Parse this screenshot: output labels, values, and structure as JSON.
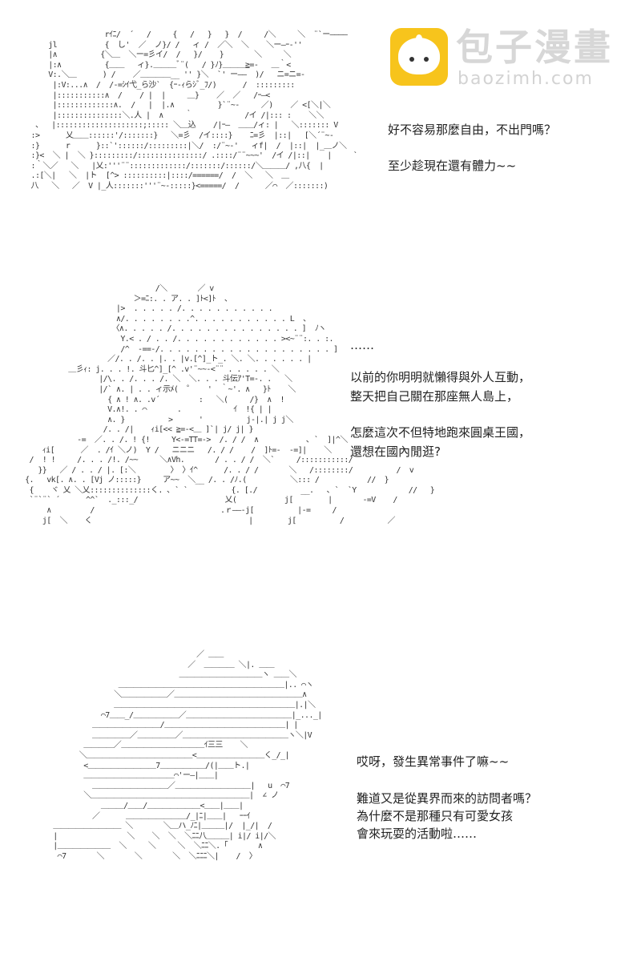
{
  "watermark": {
    "icon": "steamed-bun-icon",
    "brand_cn": "包子漫畫",
    "brand_en": "baozimh.com",
    "icon_color": "#f7c41c"
  },
  "panels": [
    {
      "dialogue": [
        "好不容易那麼自由，不出門嗎？",
        "至少趁現在還有體力~~"
      ]
    },
    {
      "dialogue": [
        "……",
        "以前的你明明就懶得與外人互動，",
        "整天把自己關在那座無人島上，",
        "怎麼這次不但特地跑來圓桌王國，",
        "還想在國內閒逛?"
      ]
    },
    {
      "dialogue": [
        "哎呀，發生異常事件了嘛~~",
        "難道又是從異界而來的訪問者嗎？",
        "為什麼不是那種只有可愛女孩",
        "會來玩耍的活動啦……"
      ]
    }
  ],
  "art": {
    "aa1": "                       rｲﾆ/  ´   /     {   /   }   }  /     /＼     ＼  ¨`ー――――\n          jl           {  し'  ／  ノ}/ /   ィ /  ／＼  ＼    ＼ー―ｰ‐''\n          |∧          {＼＿  ＼ー=彡イ/  /   }/    }       ＼     ＼\n          |:∧          {＿＿   ィ}.＿＿＿ﾞ¨(   / }ﾉ}＿＿＿≧=‐   ＿｀<\n          V:.＼＿      ) /    ／＿＿＿＿__ '' }＼  `' ー――  )/   ニ=ニ=-\n           |:V:...∧  /  /-=ｼｲ弋_ら沙`  {ｰ-ｨらｼﾞ_ﾌ/)      /  :::::::::\n           |:::::::::::∧  /    / |  |     ＿}    ／  ／   /ｰ―<\n           |:::::::::::::∧.  /   |  |.∧          }`¨~-     ／)    ／ <[＼|＼\n           |:::::::::::::::＼.人 |  ∧     ｀            /イ /|::: :    ＼＼\n       、  |::::::::::::::::::::;::::: ＼＿込    /|ｰ―  ＿＿/ィ: |   ＼::::::: V\n      :>      乂＿＿::::::'/:::::::}   ＼=彡  /イ::::}    ﾆ=彡  |::|   [＼´¨~-\n      :}      r      }::`'::::::/:::::::::|＼/  :/¨~-'   ィf|  /  |::|  |_＿ノ＼\n      :}<  ＼ |  ＼ }:::::::::/:::::::::::::::/ .::::/¨¨~~~'  /イ /|::|    |     `\n      :｀＼／   ＼   |乂:'''¨¨:::::::::::::/:::::::/::::::/＼＿＿＿/ ,八{  |\n      .:[＼|   ＼  |ト  [^> ::::::::::|::::/======/  /  ＼   ＼  ＿\n      八   ＼   ／  V |_人:::::::'''¨~-:::::}<=====/  /      ／⌒  ／:::::::)",
    "aa2": "                                   /＼       ／ v\n                              ＞=ﾆ:. . ア. . ]ﾄ<]ﾄ  、\n                          |>  . . . . . /. . . . . . . . . . .\n                          ∧/. . . . . . . .^. . . . . . . . . . . L  、\n                         〈∧. . . . . /. . . . . . . . . . . . . . . ]  ﾉヽ\n                           Y.< . / . . /. . . . . . . . . . . . ><~¨¨:. . :.\n                           /^  -==-/. . . . . . . . . . . . . . . . . . . . ]\n                        ／/. . /. . |. . |v.[^]_ト_. ＼. ＼. . . . . . |\n               ＿彡ｨ: j. . . !. 斗匕^]_[^ .v'¨~~-<¨¨ . . . . . ＼\n                      |/\\. . /. . . /. ＼  ＼. . . 斗伝ｱ'T=-. .   ＼\n                      |/` ∧. | . . ィ示ﾒ(  ゜   '  ｀~'. ∧   }ﾄ    ＼\n                        { ∧ ! ∧. .v´         :   ＼(     /}  ∧  !\n                        V.∧!. . ⌒       .            ｲ  !{ | |\n                        ∧. }          >      '          j-|.| j j＼\n                       /. . /|    ｨi[<< ≧=-<＿ ]`| j/ j| }\n                 -=  ／. . /. ! {!     Y<-=TT=->  /. / /  ∧           ､ `  ]|^＼\n         ｨi[      ／  . /ｲ ＼ノ)  Y /   ニニニ   /. / /    /  ]ﾄ=-  -=]|    ＼\n      /  ! !     /. . . /!. /~~     ＼∧Vh.       / . . / /  ＼`     /:::::::::::/\n        }}   ／ / . . / |. [:＼        〉 〉ｲ^      /. . / /       ＼   /::::::::/          /  v\n     {.   vk[. ∧. . [Vj ノ:::::}     ア~~  ＼__ /. . /ﾉ.(          ＼::: /           //  }\n      {    ヾ 乂 ＼乂::::::::::::::く. ､ ` `          {. [./          __.   ､ `  `Y            //   }\n      `¨`¨` ´      ^^`  ._:::_/                    乂(           j[        |       -=V    /\n          ∧         /                             .ｒ――-j[          |-=     /\n         j[  ＼    く                                    |        j[          /          ／",
    "aa3": "                                    ／ ＿＿\n                                  ／  ＿＿＿＿ ＼|. ＿＿\n                                ＿＿＿＿＿＿＿＿＿＿＿ヽ ＿＿＼\n                  ＿＿＿＿＿＿＿＿＿＿＿＿＿＿＿＿＿＿＿＿＿＿|.. ⌒ヽ\n                 ＼＿＿＿＿＿＿／＿＿＿＿＿＿＿＿＿＿＿＿＿＿＿＿＿∧\n                 ＿＿＿＿＿＿＿＿＿＿＿＿＿＿＿＿＿＿＿＿＿＿＿＿|.|＼\n              ⌒7＿＿_/＿＿＿＿＿＿／＿＿＿＿＿＿＿＿＿＿＿＿＿＿|_..._|\n            ＿＿＿＿＿＿＿＿＿/＿＿＿＿＿＿＿＿＿＿＿＿＿＿＿＿| |\n            ＿＿＿＿＿／＿＿＿＿＿／＿＿＿＿＿＿＿＿＿＿＿＿＿＿ヽ＼|V\n          ＿＿＿＿／＿＿＿＿＿＿＿＿＿＿＿ｲ三三    ＼\n         ＼＿＿＿＿＿＿＿＿＿＿＿＿＿＿<＿＿＿＿＿＿＿＿＿く_/_|\n          <＿＿＿＿＿＿＿＿＿7＿＿＿＿＿＿/(|＿＿ト.|\n          ＿＿＿＿＿＿＿＿＿＿＿＿⌒'ー―|＿＿|\n            ＿＿＿＿＿＿＿＿＿＿／＿＿＿＿＿＿＿＿＿＿|   u  ⌒7\n          ＼＿＿＿＿＿＿＿＿＿＿＿＿＿＿＿＿＿＿＿＿＿|  ∠ ノ\n              ＿＿＿/＿＿/＿＿＿＿＿＿＿<＿＿|＿＿|\n            ／      ＿＿＿＿＿＿＿＿/_|ﾆ|＿＿|   ｰｰｲ\n   ＿＿＿＿＿＿＿＿＿ ＼       ＼＿ハ_ﾉﾆ|＿＿＿|/  |_/|  /\n   |                ＼    ＼  ＼  ＼ﾆﾆ八＿＿＿| i|/ i|/＼\n   |＿＿＿＿＿＿＿  ＼     ＼     ＼  ＼ﾆﾆ＼.「       ∧\n    ⌒7       ＼       ＼       ＼  ＼ﾆﾆﾆ＼|    /  〉"
  }
}
